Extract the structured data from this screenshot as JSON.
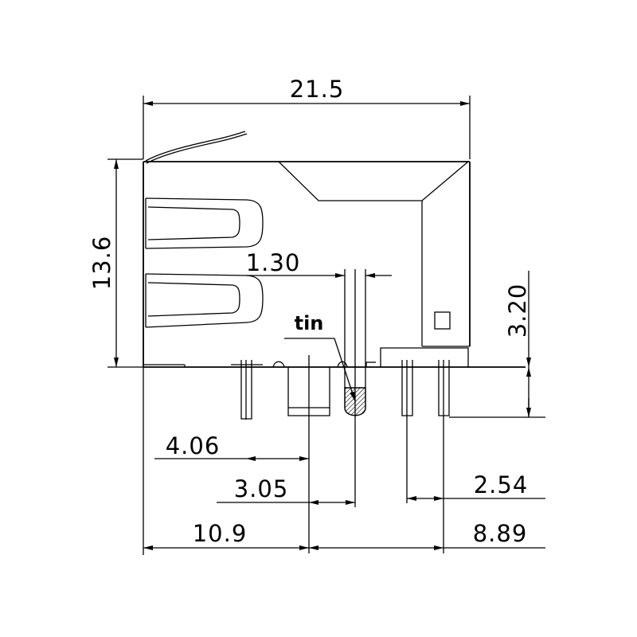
{
  "drawing": {
    "dimensions": {
      "overall_width": "21.5",
      "height": "13.6",
      "pin_gap": "1.30",
      "pin_length": "3.20",
      "post_offset": "4.06",
      "tin_offset": "3.05",
      "pin_pitch": "2.54",
      "left_offset": "10.9",
      "right_offset": "8.89"
    },
    "labels": {
      "tin": "tin"
    },
    "colors": {
      "line": "#000000",
      "background": "#ffffff"
    }
  }
}
